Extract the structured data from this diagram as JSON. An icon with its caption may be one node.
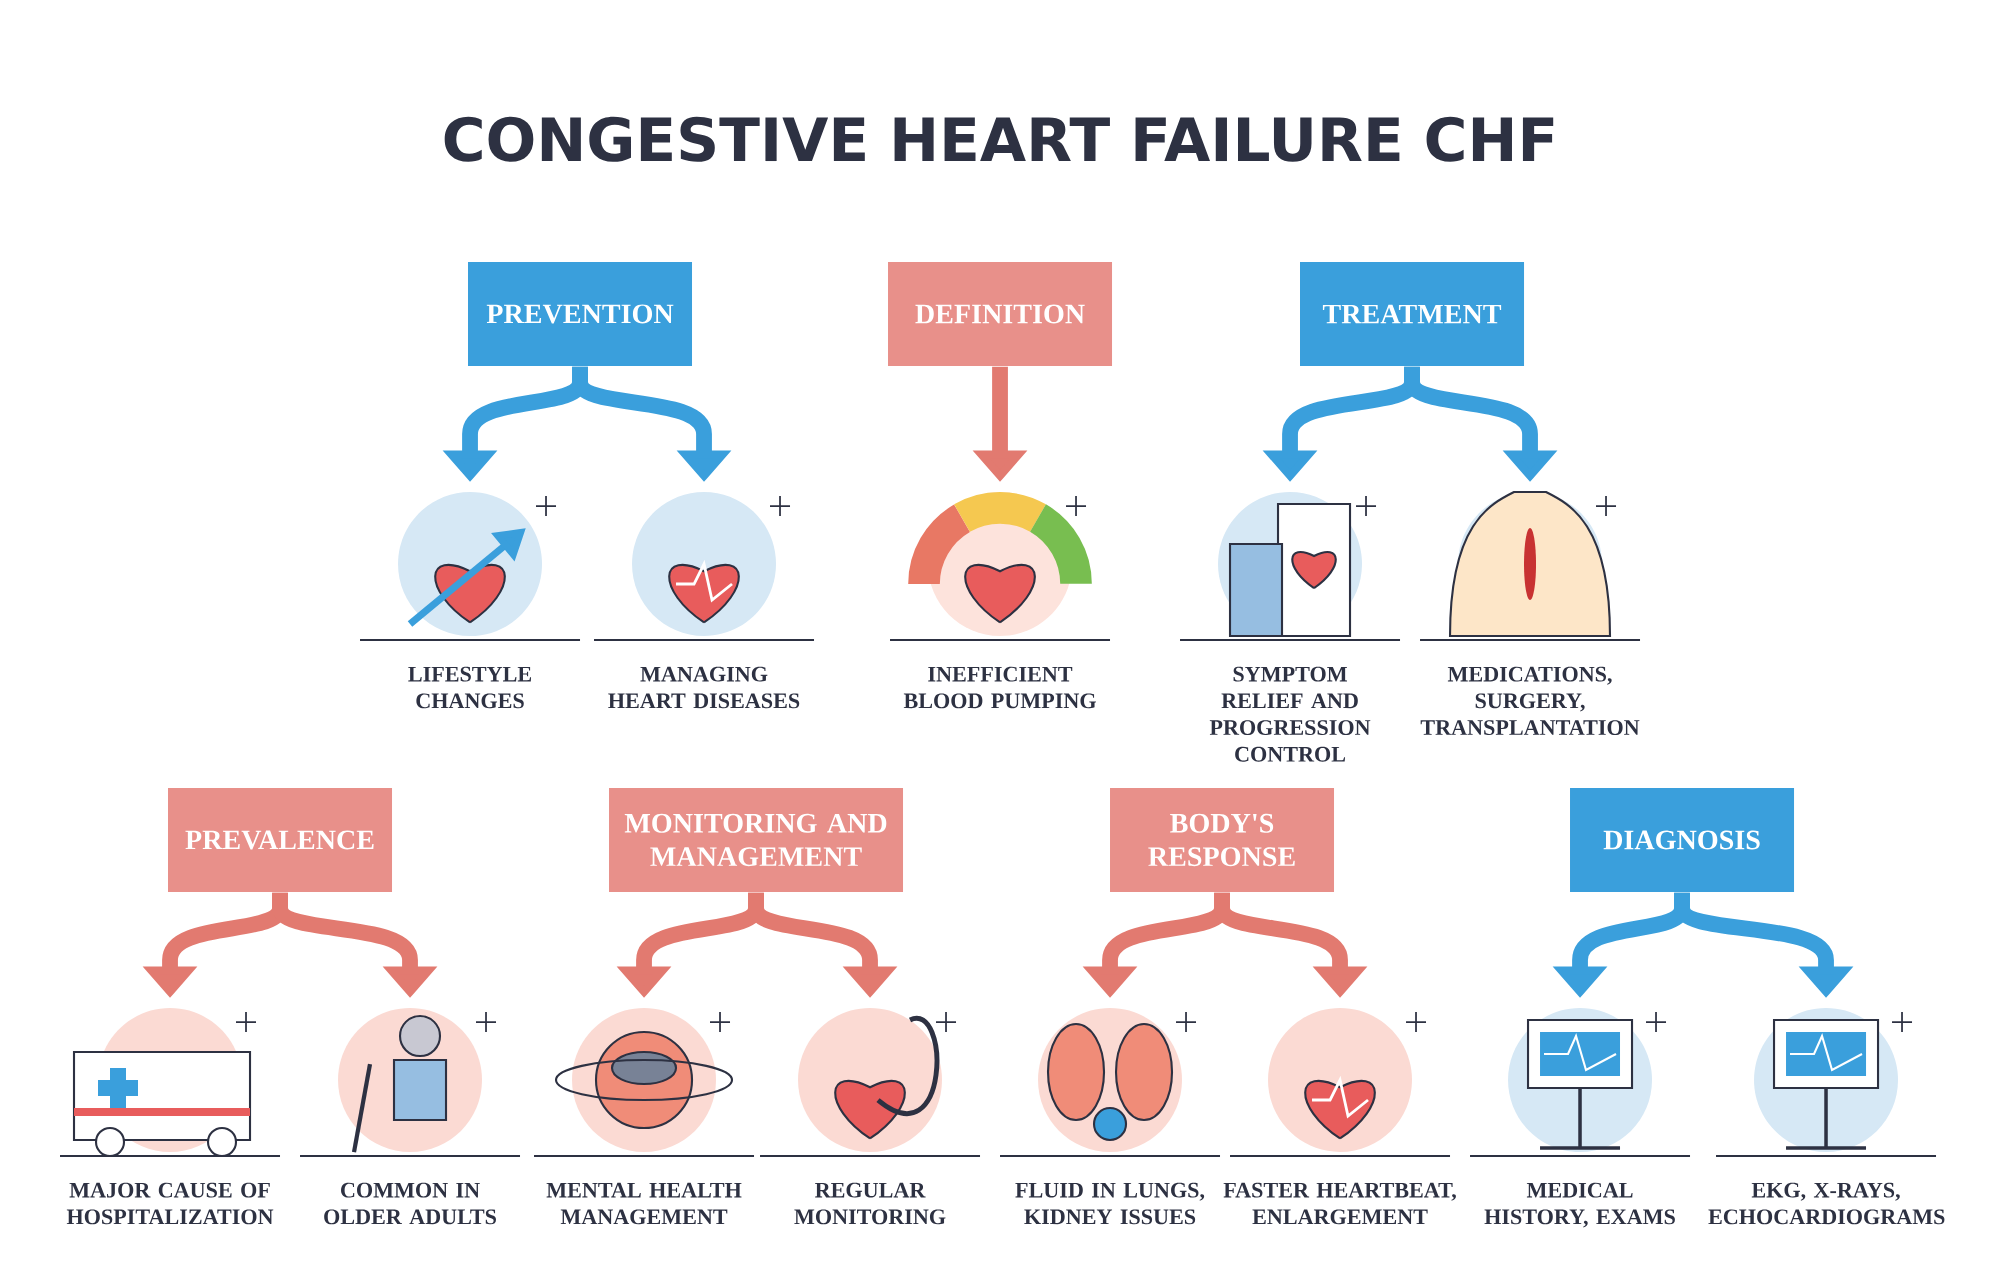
{
  "diagram": {
    "title": "CONGESTIVE HEART FAILURE CHF",
    "nodes": [
      {
        "text": [
          "PREVENTION"
        ]
      },
      {
        "text": [
          "DEFINITION"
        ]
      },
      {
        "text": [
          "TREATMENT"
        ]
      },
      {
        "text": [
          "LIFESTYLE CHANGES"
        ]
      },
      {
        "text": [
          "MANAGING HEART DISEASES"
        ]
      },
      {
        "text": [
          "INEFFICIENT BLOOD PUMPING"
        ]
      },
      {
        "text": [
          "SYMPTOM RELIEF AND PROGRESSION CONTROL"
        ]
      },
      {
        "text": [
          "MEDICATIONS, SURGERY, TRANSPLANTATION"
        ]
      },
      {
        "text": [
          "PREVALENCE"
        ]
      },
      {
        "text": [
          "MONITORING AND MANAGEMENT"
        ]
      },
      {
        "text": [
          "BODY'S RESPONSE"
        ]
      },
      {
        "text": [
          "DIAGNOSIS"
        ]
      },
      {
        "text": [
          "MAJOR CAUSE OF HOSPITALIZATION"
        ]
      },
      {
        "text": [
          "COMMON IN OLDER ADULTS"
        ]
      },
      {
        "text": [
          "MENTAL HEALTH MANAGEMENT"
        ]
      },
      {
        "text": [
          "REGULAR MONITORING"
        ]
      },
      {
        "text": [
          "FLUID IN LUNGS, KIDNEY ISSUES"
        ]
      },
      {
        "text": [
          "FASTER HEARTBEAT, ENLARGEMENT"
        ]
      },
      {
        "text": [
          "MEDICAL HISTORY, EXAMS"
        ]
      },
      {
        "text": [
          "EKG, X-RAYS, ECHOCARDIOGRAMS"
        ]
      }
    ],
    "edges": [
      {
        "from": 0,
        "to": 3,
        "arrow": "to",
        "color": "#3a9fdc"
      },
      {
        "from": 0,
        "to": 4,
        "arrow": "to",
        "color": "#3a9fdc"
      },
      {
        "from": 1,
        "to": 5,
        "arrow": "to"
      },
      {
        "from": 2,
        "to": 6,
        "arrow": "to",
        "color": "#3a9fdc"
      },
      {
        "from": 2,
        "to": 7,
        "arrow": "to",
        "color": "#3a9fdc"
      },
      {
        "from": 8,
        "to": 12,
        "arrow": "to"
      },
      {
        "from": 8,
        "to": 13,
        "arrow": "to"
      },
      {
        "from": 9,
        "to": 14,
        "arrow": "to"
      },
      {
        "from": 9,
        "to": 15,
        "arrow": "to"
      },
      {
        "from": 10,
        "to": 16,
        "arrow": "to"
      },
      {
        "from": 10,
        "to": 17,
        "arrow": "to"
      },
      {
        "from": 11,
        "to": 18,
        "arrow": "to",
        "color": "#3a9fdc"
      },
      {
        "from": 11,
        "to": 19,
        "arrow": "to",
        "color": "#3a9fdc"
      }
    ]
  }
}
